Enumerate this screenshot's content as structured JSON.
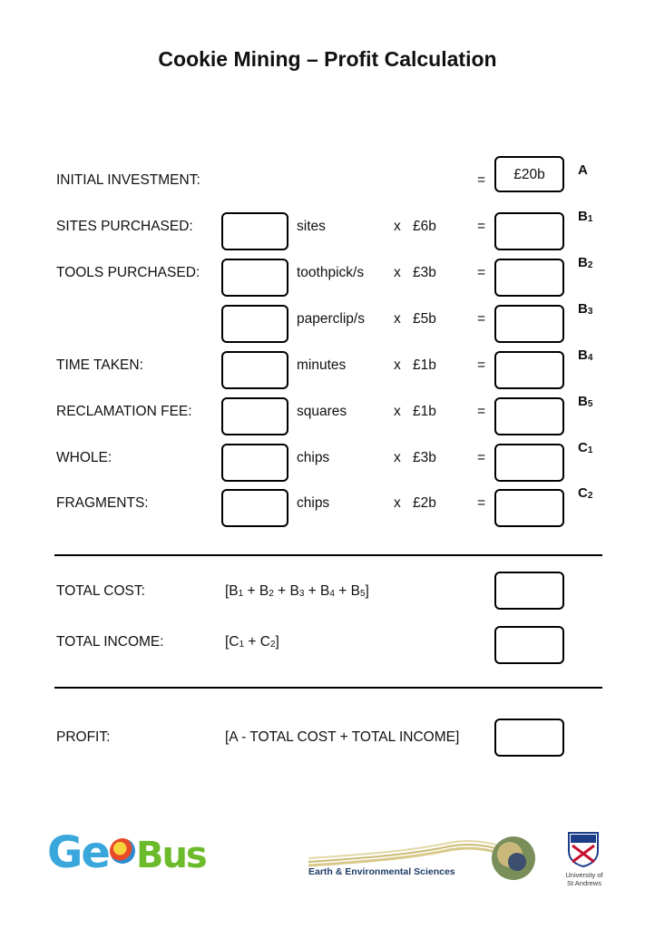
{
  "title": "Cookie Mining – Profit Calculation",
  "rows": [
    {
      "label": "INITIAL INVESTMENT:",
      "unit": "",
      "price": "",
      "eq": "=",
      "result": "£20b",
      "code": "A"
    },
    {
      "label": "SITES PURCHASED:",
      "unit": "sites",
      "price": "£6b",
      "eq": "=",
      "result": "",
      "code": "B",
      "sub": "1"
    },
    {
      "label": "TOOLS PURCHASED:",
      "unit": "toothpick/s",
      "price": "£3b",
      "eq": "=",
      "result": "",
      "code": "B",
      "sub": "2"
    },
    {
      "label": "",
      "unit": "paperclip/s",
      "price": "£5b",
      "eq": "=",
      "result": "",
      "code": "B",
      "sub": "3"
    },
    {
      "label": "TIME TAKEN:",
      "unit": "minutes",
      "price": "£1b",
      "eq": "=",
      "result": "",
      "code": "B",
      "sub": "4"
    },
    {
      "label": "RECLAMATION FEE:",
      "unit": "squares",
      "price": "£1b",
      "eq": "=",
      "result": "",
      "code": "B",
      "sub": "5"
    },
    {
      "label": "WHOLE:",
      "unit": "chips",
      "price": "£3b",
      "eq": "=",
      "result": "",
      "code": "C",
      "sub": "1"
    },
    {
      "label": "FRAGMENTS:",
      "unit": "chips",
      "price": "£2b",
      "eq": "=",
      "result": "",
      "code": "C",
      "sub": "2"
    }
  ],
  "times_sign": "x",
  "totals": {
    "cost_label": "TOTAL COST:",
    "cost_formula": "[B1 + B2 + B3 + B4 + B5]",
    "income_label": "TOTAL INCOME:",
    "income_formula": "[C1 + C2]"
  },
  "profit": {
    "label": "PROFIT:",
    "formula": "[A - TOTAL COST + TOTAL INCOME]"
  },
  "logos": {
    "geobus_a": "Ge",
    "geobus_b": "Bus",
    "ees": "Earth & Environmental Sciences",
    "university": "University of St Andrews"
  }
}
